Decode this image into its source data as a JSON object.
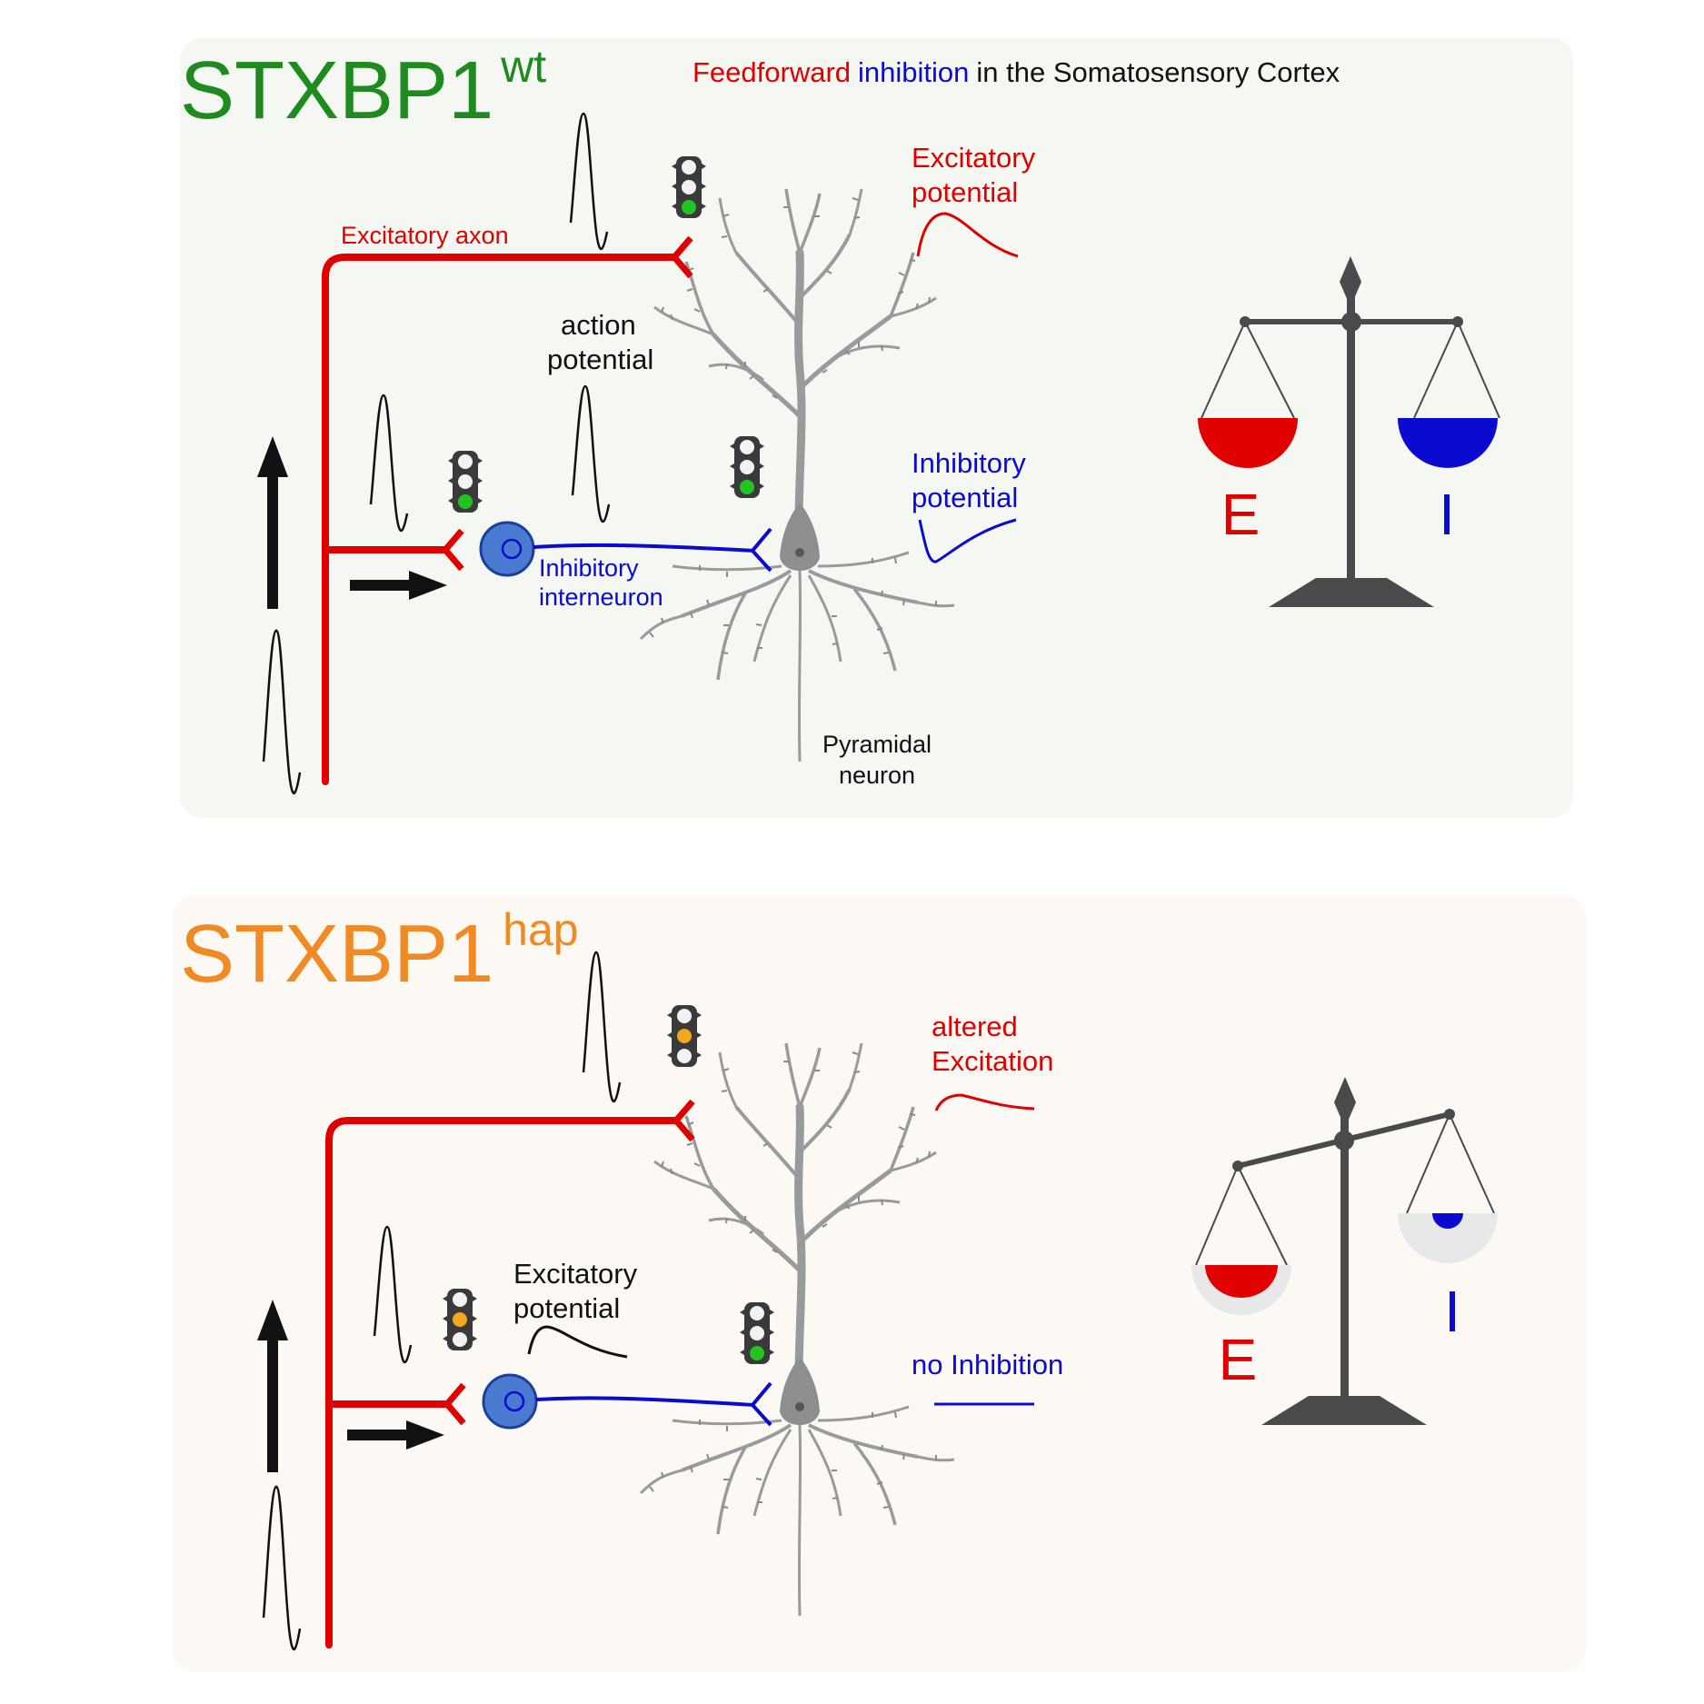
{
  "colors": {
    "wt_green": "#1f8a1f",
    "hap_orange": "#f08a24",
    "excitatory_red": "#e00000",
    "inhibitory_blue": "#0a0ad0",
    "neuron_gray": "#9a9a9a",
    "scale_gray": "#4a4a4a",
    "panel_top_bg": "#f5f7f2",
    "panel_bottom_bg": "#fcf9f4",
    "light_green": "#22c422",
    "light_amber": "#f0a820"
  },
  "top_panel": {
    "title_main": "STXBP1",
    "title_sup": "wt",
    "header": {
      "part1": "Feedforward",
      "part2": "inhibition",
      "part3": "in the Somatosensory Cortex"
    },
    "excitatory_axon_label": "Excitatory axon",
    "action_potential_line1": "action",
    "action_potential_line2": "potential",
    "excitatory_potential_line1": "Excitatory",
    "excitatory_potential_line2": "potential",
    "inhibitory_potential_line1": "Inhibitory",
    "inhibitory_potential_line2": "potential",
    "interneuron_line1": "Inhibitory",
    "interneuron_line2": "interneuron",
    "pyramidal_line1": "Pyramidal",
    "pyramidal_line2": "neuron",
    "scale_left_label": "E",
    "scale_right_label": "I",
    "traffic_lights": [
      "green",
      "green",
      "green"
    ]
  },
  "bottom_panel": {
    "title_main": "STXBP1",
    "title_sup": "hap",
    "altered_line1": "altered",
    "altered_line2": "Excitation",
    "excitatory_potential_line1": "Excitatory",
    "excitatory_potential_line2": "potential",
    "no_inhibition": "no Inhibition",
    "scale_left_label": "E",
    "scale_right_label": "I",
    "traffic_lights": [
      "amber",
      "amber",
      "green"
    ]
  }
}
